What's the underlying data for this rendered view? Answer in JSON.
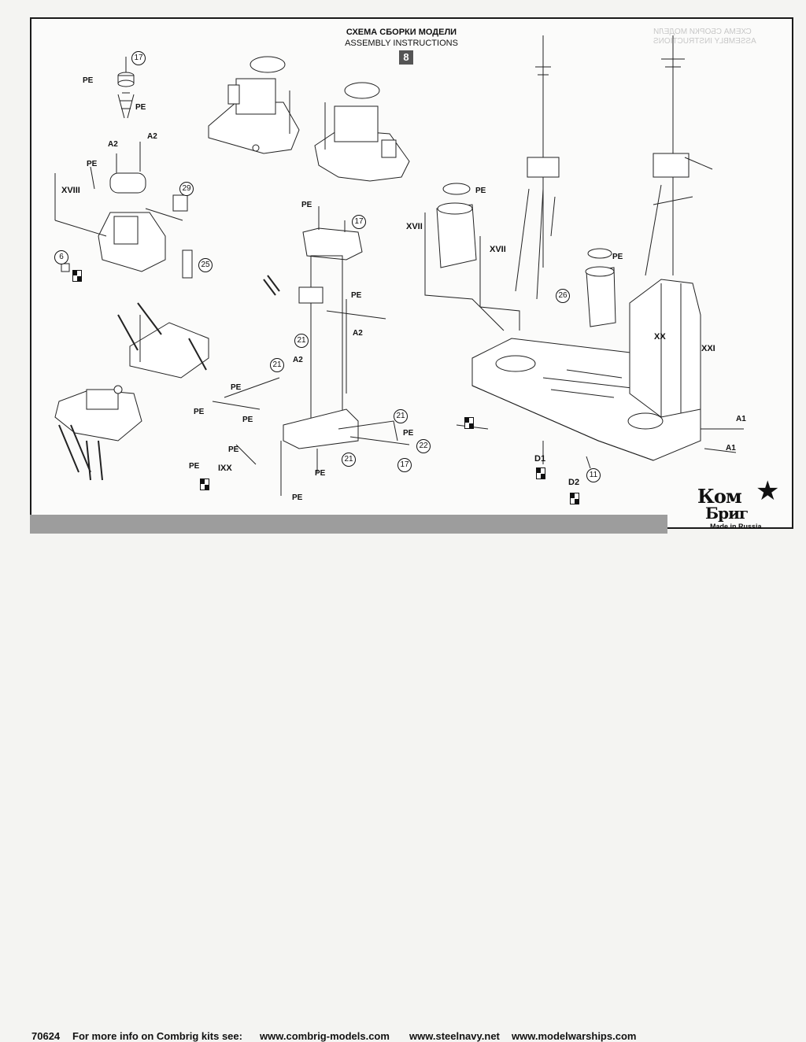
{
  "header": {
    "title_ru": "СХЕМА СБОРКИ МОДЕЛИ",
    "title_en": "ASSEMBLY INSTRUCTIONS",
    "step_number": "8"
  },
  "ghost_header": {
    "title_ru": "СХЕМА СБОРКИ МОДЕЛИ",
    "title_en": "ASSEMBLY INSTRUCTIONS"
  },
  "labels": {
    "pe": "PE",
    "a1": "A1",
    "a2": "A2",
    "d1": "D1",
    "d2": "D2",
    "xviii": "XVIII",
    "xvii_left": "XVII",
    "xvii_right": "XVII",
    "xx": "XX",
    "xxi": "XXI",
    "ixx": "IXX"
  },
  "part_numbers": {
    "p17a": "17",
    "p29": "29",
    "p25": "25",
    "p6": "6",
    "p17b": "17",
    "p21a": "21",
    "p21b": "21",
    "p21c": "21",
    "p21d": "21",
    "p22": "22",
    "p17c": "17",
    "p26": "26",
    "p11": "11"
  },
  "footer": {
    "kit_number": "70624",
    "info_text": "For more info on Combrig kits see:",
    "url1": "www.combrig-models.com",
    "url2": "www.steelnavy.net",
    "url3": "www.modelwarships.com"
  },
  "logo": {
    "line1": "Ком",
    "line2": "Бриг",
    "tagline": "Made in Russia"
  }
}
